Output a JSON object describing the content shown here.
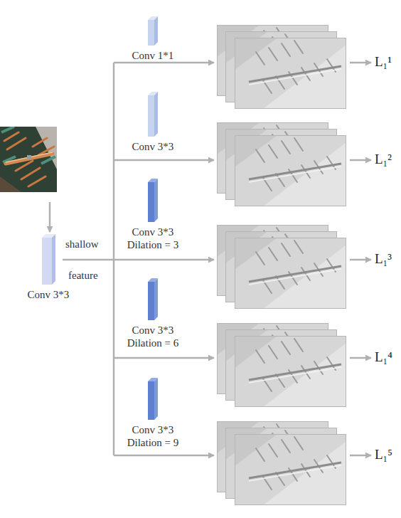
{
  "diagram": {
    "nodes": [
      {
        "text": [
          "Conv 3*3"
        ]
      },
      {
        "text": [
          "Conv 1*1"
        ]
      },
      {
        "text": [
          "Conv 3*3"
        ]
      },
      {
        "text": [
          "Conv 3*3 Dilation = 3"
        ]
      },
      {
        "text": [
          "Conv 3*3 Dilation = 6"
        ]
      },
      {
        "text": [
          "Conv 3*3 Dilation = 9"
        ]
      }
    ],
    "labels": [
      "shallow",
      "feature",
      "L₁¹",
      "L₁²",
      "L₁³",
      "L₁⁴",
      "L₁⁵"
    ]
  }
}
